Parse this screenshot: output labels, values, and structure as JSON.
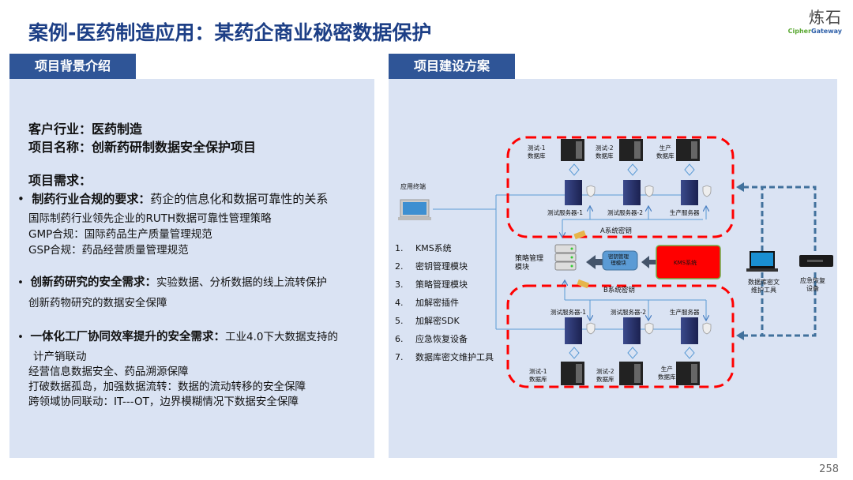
{
  "title": "案例-医药制造应用：某药企商业秘密数据保护",
  "logo": {
    "cn": "炼石",
    "en_a": "Cipher",
    "en_b": "Gateway"
  },
  "left": {
    "tab": "项目背景介绍",
    "industry": "客户行业：医药制造",
    "project": "项目名称：创新药研制数据安全保护项目",
    "req_title": "项目需求：",
    "bullets": [
      {
        "head": "制药行业合规的要求：",
        "text": "药企的信息化和数据可靠性的关系",
        "sub": [
          "国际制药行业领先企业的RUTH数据可靠性管理策略",
          "GMP合规：国际药品生产质量管理规范",
          "GSP合规：药品经营质量管理规范"
        ]
      },
      {
        "head": "创新药研究的安全需求：",
        "text": "实验数据、分析数据的线上流转保护",
        "sub": [
          "创新药物研究的数据安全保障"
        ]
      },
      {
        "head": "一体化工厂协同效率提升的安全需求：",
        "text": "工业4.0下大数据支持的",
        "sub": [
          "计产销联动",
          "经营信息数据安全、药品溯源保障",
          "打破数据孤岛，加强数据流转：数据的流动转移的安全保障",
          "跨领域协同联动：IT---OT，边界模糊情况下数据安全保障"
        ]
      }
    ]
  },
  "right": {
    "tab": "项目建设方案",
    "terminal": "应用终端",
    "list": [
      {
        "n": "1.",
        "t": "KMS系统"
      },
      {
        "n": "2.",
        "t": "密钥管理模块"
      },
      {
        "n": "3.",
        "t": "策略管理模块"
      },
      {
        "n": "4.",
        "t": "加解密插件"
      },
      {
        "n": "5.",
        "t": "加解密SDK"
      },
      {
        "n": "6.",
        "t": "应急恢复设备"
      },
      {
        "n": "7.",
        "t": "数据库密文维护工具"
      }
    ],
    "top_dbs": [
      "测试-1\n数据库",
      "测试-2\n数据库",
      "生产\n数据库"
    ],
    "top_servers": [
      "测试服务器-1",
      "测试服务器-2",
      "生产服务器"
    ],
    "a_key": "A系统密钥",
    "policy": "策略管理\n模块",
    "keymgmt": "密钥管理\n理模块",
    "kms": "KMS系统",
    "b_key": "B系统密钥",
    "bottom_servers": [
      "测试服务器-1",
      "测试服务器-2",
      "生产服务器"
    ],
    "bottom_dbs": [
      "测试-1\n数据库",
      "测试-2\n数据库",
      "生产\n数据库"
    ],
    "tool": "数据库密文\n维护工具",
    "recovery": "应急恢复\n设备"
  },
  "page": "258"
}
